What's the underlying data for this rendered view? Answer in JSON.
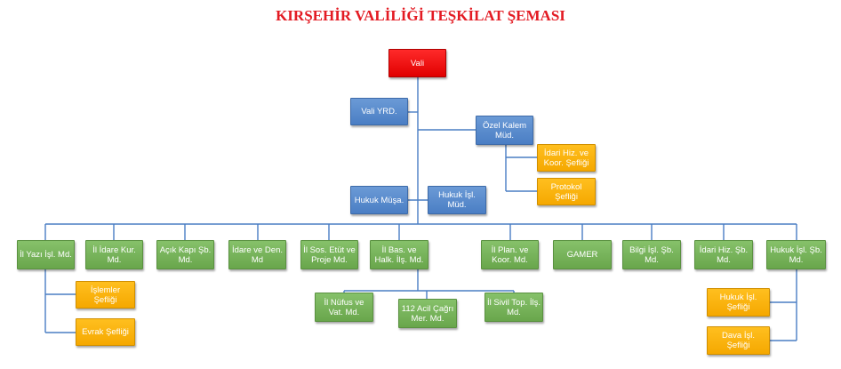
{
  "title": "KIRŞEHİR VALİLİĞİ TEŞKİLAT ŞEMASI",
  "colors": {
    "line": "#4a7ec4",
    "red": "#e00000",
    "blue": "#4a7ec4",
    "green": "#69a64c",
    "orange": "#f5a800",
    "title": "#e31b23"
  },
  "nodes": {
    "vali": "Vali",
    "vali_yrd": "Vali YRD.",
    "ozel_kalem": "Özel Kalem Müd.",
    "idari_hiz_koor": "İdari Hiz. ve Koor. Şefliği",
    "protokol": "Protokol Şefliği",
    "hukuk_musa": "Hukuk Müşa.",
    "hukuk_isl": "Hukuk İşl. Müd.",
    "il_yazi": "İl Yazı İşl. Md.",
    "il_idare_kur": "İl İdare Kur. Md.",
    "acik_kapi": "Açık Kapı Şb. Md.",
    "idare_den": "İdare ve Den. Md",
    "il_sos_etut": "İl Sos. Etüt ve Proje Md.",
    "il_bas_halk": "İl Bas. ve Halk. İlş. Md.",
    "il_plan_koor": "İl Plan. ve Koor. Md.",
    "gamer": "GAMER",
    "bilgi_isl": "Bilgi İşl. Şb. Md.",
    "idari_hiz_sb": "İdari Hiz. Şb. Md.",
    "hukuk_isl_sb": "Hukuk İşl. Şb. Md.",
    "islemler": "İşlemler Şefliği",
    "evrak": "Evrak Şefliği",
    "il_nufus": "İl Nüfus ve Vat. Md.",
    "acil_112": "112 Acil Çağrı Mer. Md.",
    "il_sivil": "İl Sivil Top. İlş. Md.",
    "hukuk_isl_sef": "Hukuk İşl. Şefliği",
    "dava_isl": "Dava İşl. Şefliği"
  }
}
